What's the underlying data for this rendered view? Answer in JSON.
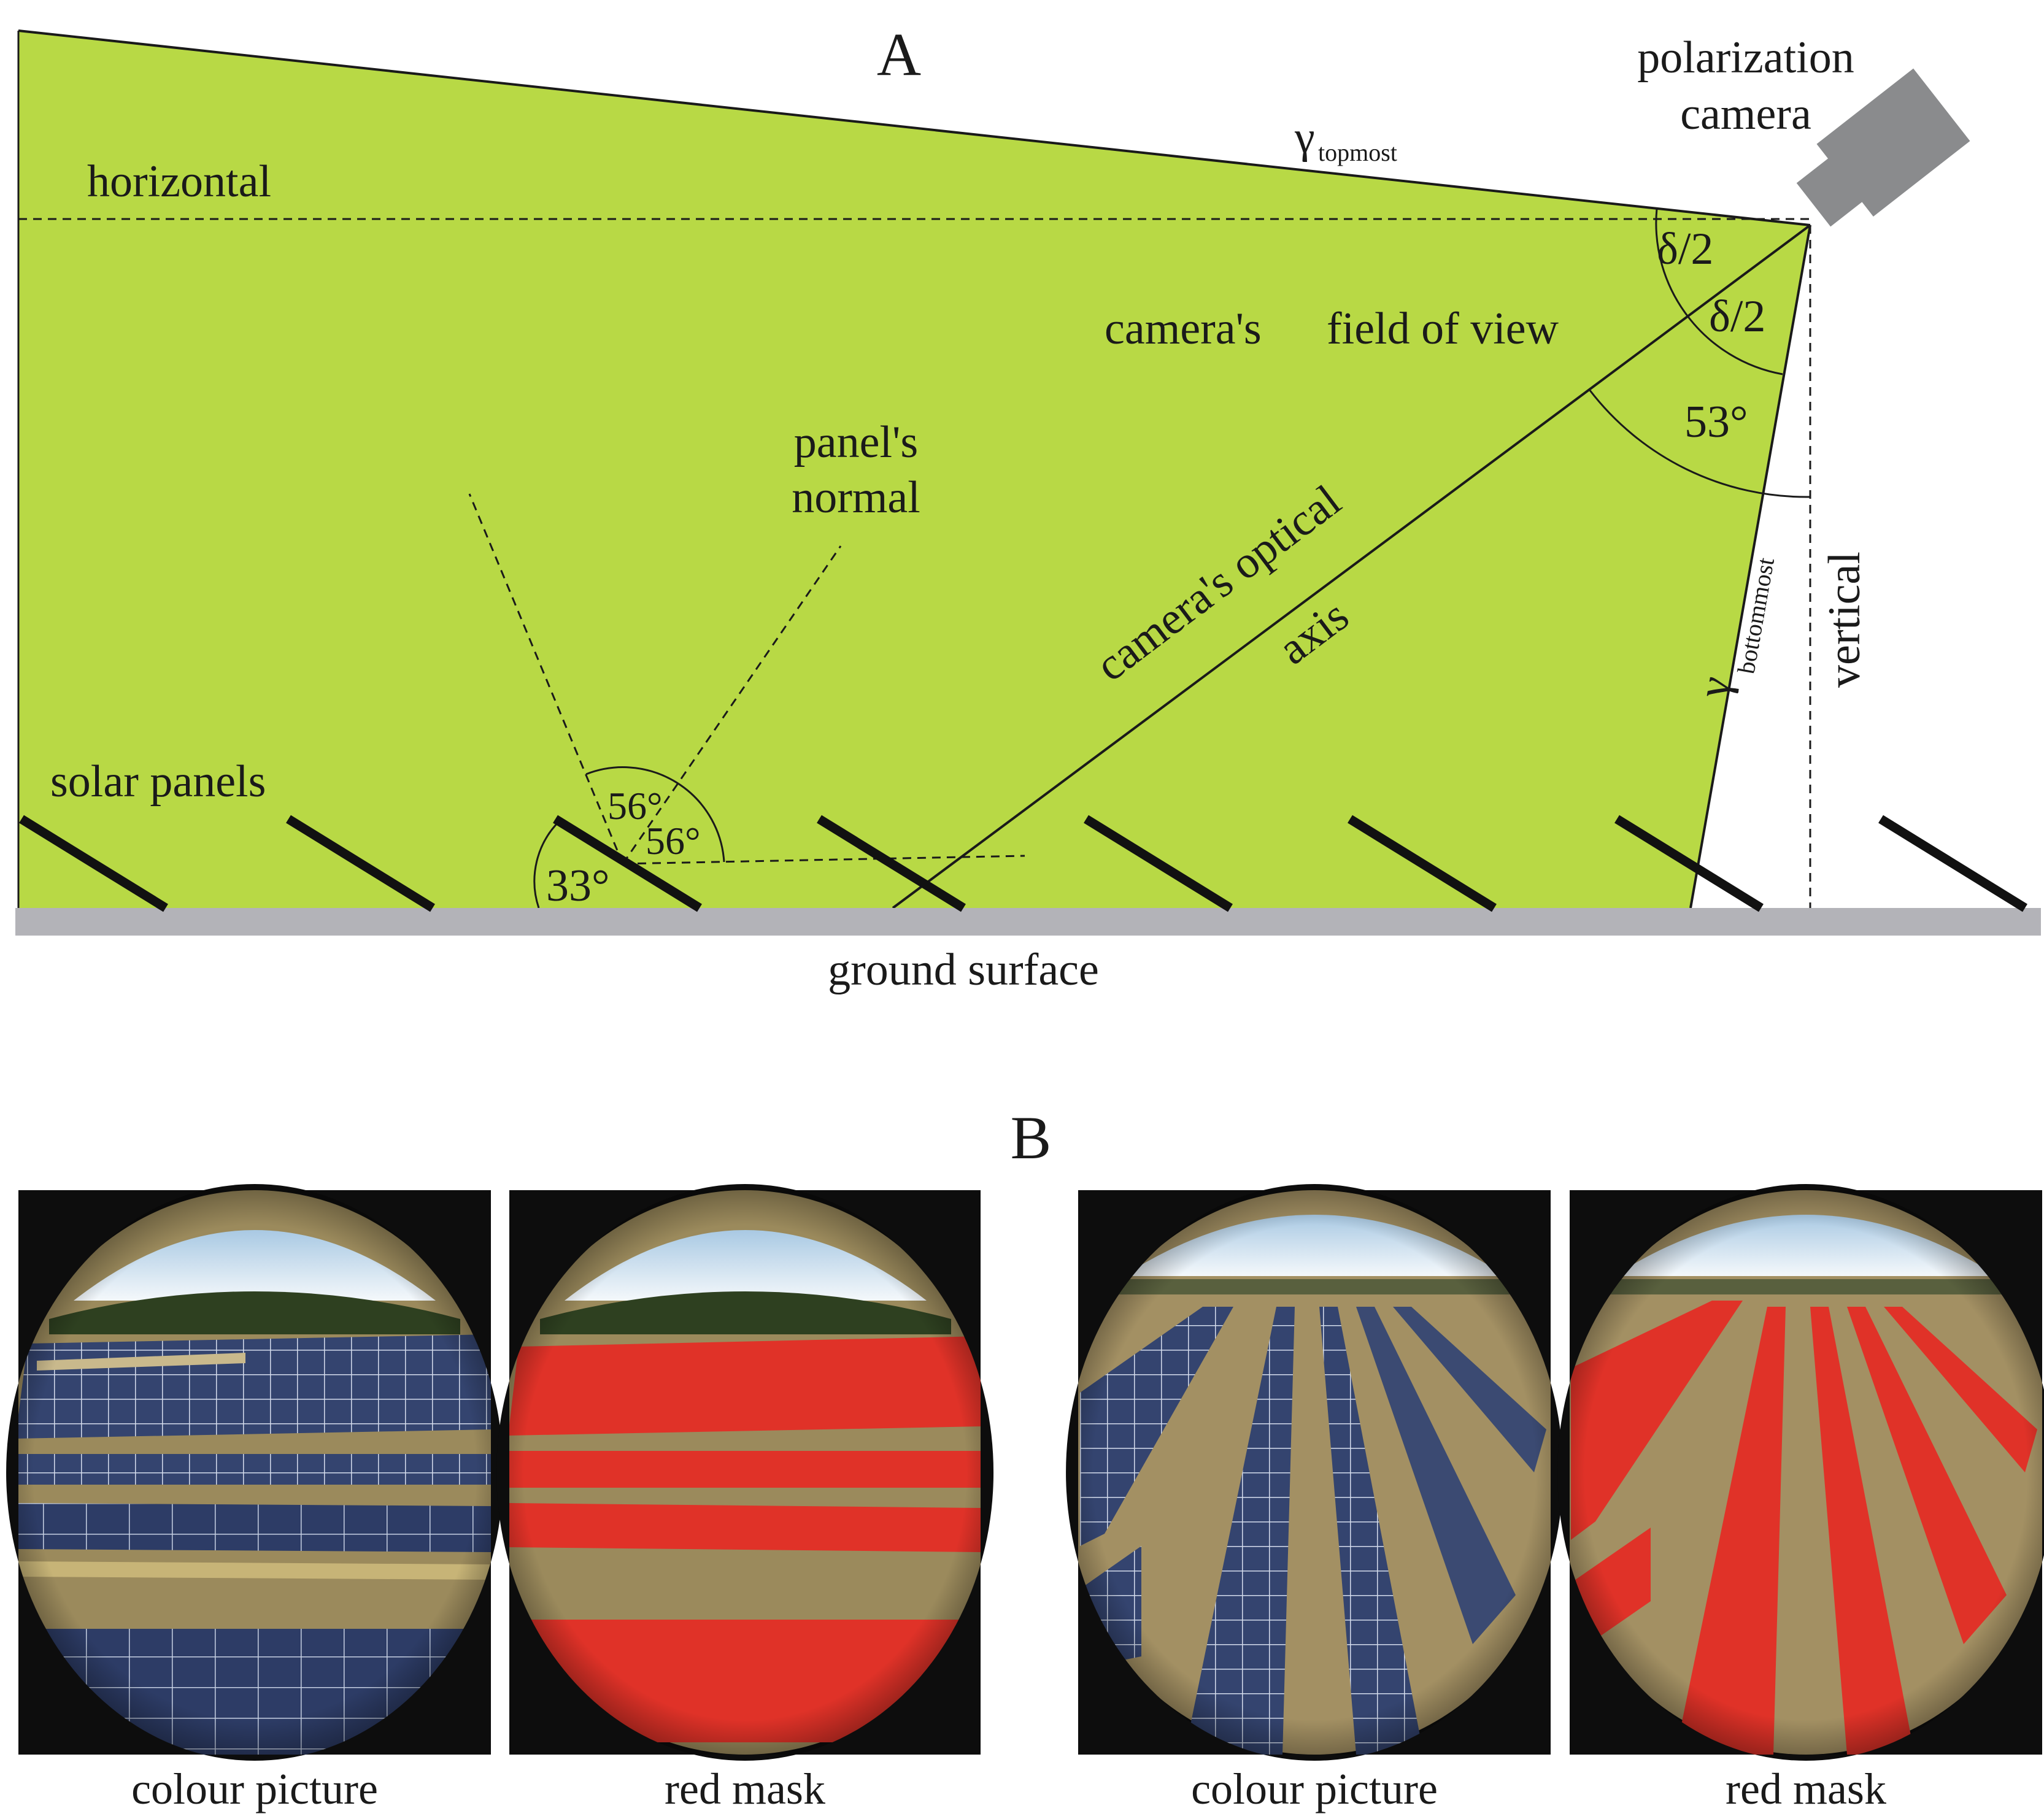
{
  "panel_a": {
    "letter": "A",
    "labels": {
      "camera_line1": "polarization",
      "camera_line2": "camera",
      "horizontal": "horizontal",
      "gamma_top_symbol": "γ",
      "gamma_top_sub": "topmost",
      "delta_half_1": "δ/2",
      "delta_half_2": "δ/2",
      "angle_53": "53°",
      "fov_1": "camera's",
      "fov_2": "field of view",
      "normal_line1": "panel's",
      "normal_line2": "normal",
      "optical_line1": "camera's optical",
      "optical_line2": "axis",
      "gamma_bottom_symbol": "γ",
      "gamma_bottom_sub": "bottommost",
      "vertical": "vertical",
      "solar_panels": "solar panels",
      "angle_56a": "56°",
      "angle_56b": "56°",
      "angle_33": "33°",
      "ground": "ground surface"
    },
    "colors": {
      "field_of_view": "#b8d945",
      "ground": "#b3b3b8",
      "camera_body": "#8a8b8d",
      "panel": "#111111"
    }
  },
  "panel_b": {
    "letter": "B",
    "images": [
      {
        "caption": "colour picture"
      },
      {
        "caption": "red mask"
      },
      {
        "caption": "colour picture"
      },
      {
        "caption": "red mask"
      }
    ],
    "colors": {
      "sky": "#eaf2f8",
      "field": "#9b8a5c",
      "panel_blue": "#2c3a63",
      "mask_red": "#e03228",
      "frame": "#0d0d0d"
    }
  }
}
